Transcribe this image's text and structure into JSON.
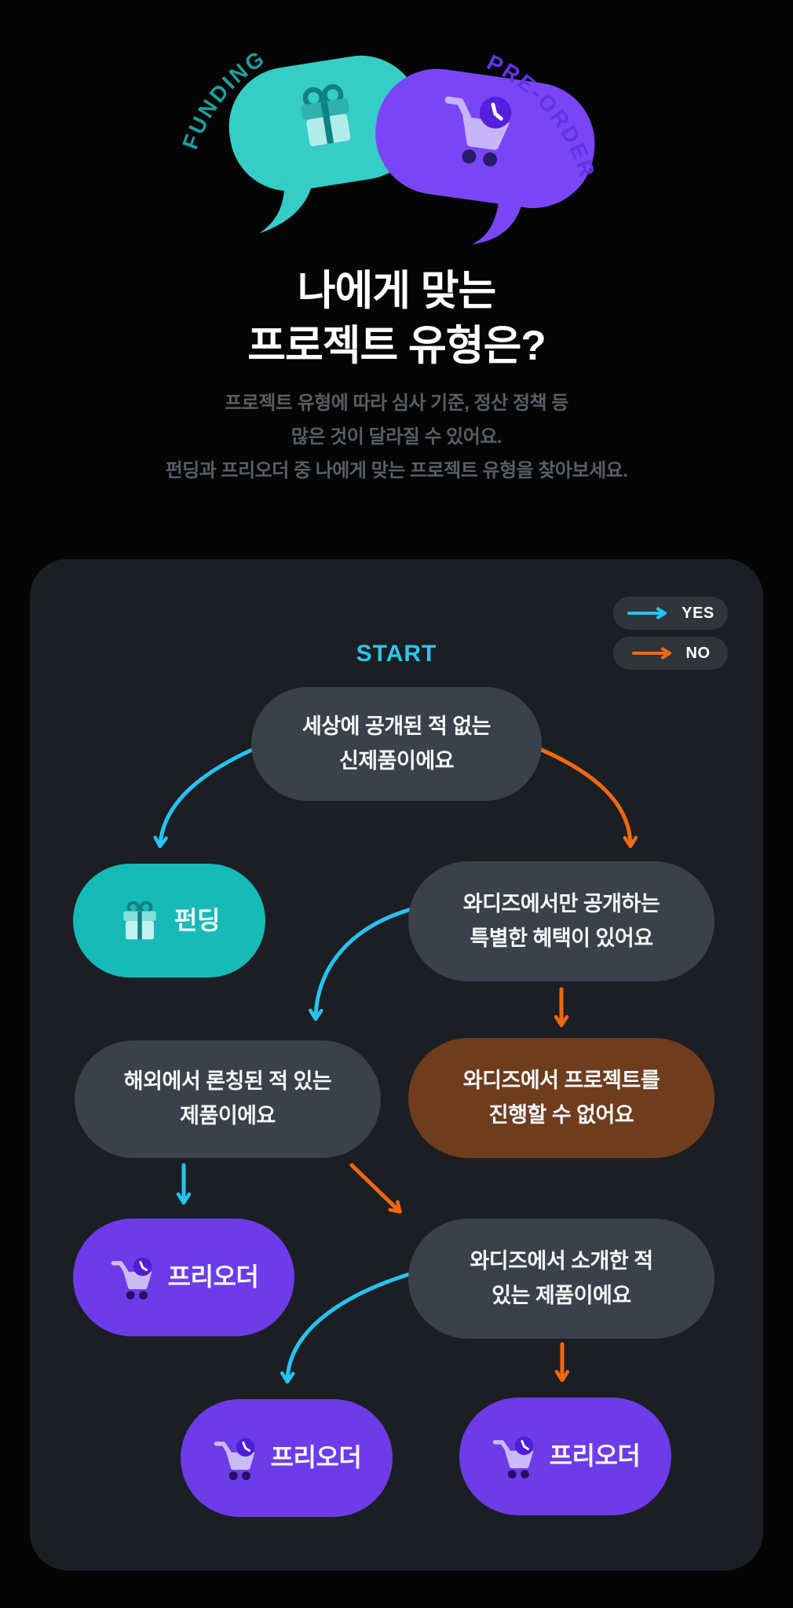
{
  "colors": {
    "bg": "#050505",
    "panel": "#1b1f24",
    "node_gray": "#3b414a",
    "node_teal": "#16bab7",
    "node_purple": "#6d3ce8",
    "node_brown": "#6f3c1e",
    "legend_pill": "#30353c",
    "yes": "#27c3f0",
    "no": "#f2680f",
    "start": "#2bc6ec",
    "title": "#ffffff",
    "subtitle": "#575e66",
    "bubble_teal": "#35cdc6",
    "bubble_purple": "#7a46f5",
    "funding_tag_color": "#1e9e9e",
    "preorder_tag_color": "#6233e6"
  },
  "hero": {
    "funding_tag": "FUNDING",
    "preorder_tag": "PRE-ORDER",
    "title": "나에게 맞는\n프로젝트 유형은?",
    "subtitle": "프로젝트 유형에 따라 심사 기준, 정산 정책 등\n많은 것이 달라질 수 있어요.\n펀딩과 프리오더 중 나에게 맞는 프로젝트 유형을 찾아보세요."
  },
  "legend": {
    "yes": "YES",
    "no": "NO"
  },
  "flow": {
    "start_label": "START",
    "nodes": {
      "q1": "세상에 공개된 적 없는\n신제품이에요",
      "funding": "펀딩",
      "q2": "와디즈에서만 공개하는\n특별한 혜택이 있어요",
      "q3": "해외에서 론칭된 적 있는\n제품이에요",
      "reject": "와디즈에서 프로젝트를\n진행할 수 없어요",
      "preorder_a": "프리오더",
      "q4": "와디즈에서 소개한 적\n있는 제품이에요",
      "preorder_b": "프리오더",
      "preorder_c": "프리오더"
    },
    "edges": [
      {
        "from": "q1",
        "to": "funding",
        "answer": "YES"
      },
      {
        "from": "q1",
        "to": "q2",
        "answer": "NO"
      },
      {
        "from": "q2",
        "to": "q3",
        "answer": "YES"
      },
      {
        "from": "q2",
        "to": "reject",
        "answer": "NO"
      },
      {
        "from": "q3",
        "to": "preorder_a",
        "answer": "YES"
      },
      {
        "from": "q3",
        "to": "q4",
        "answer": "NO"
      },
      {
        "from": "q4",
        "to": "preorder_b",
        "answer": "YES"
      },
      {
        "from": "q4",
        "to": "preorder_c",
        "answer": "NO"
      }
    ]
  }
}
